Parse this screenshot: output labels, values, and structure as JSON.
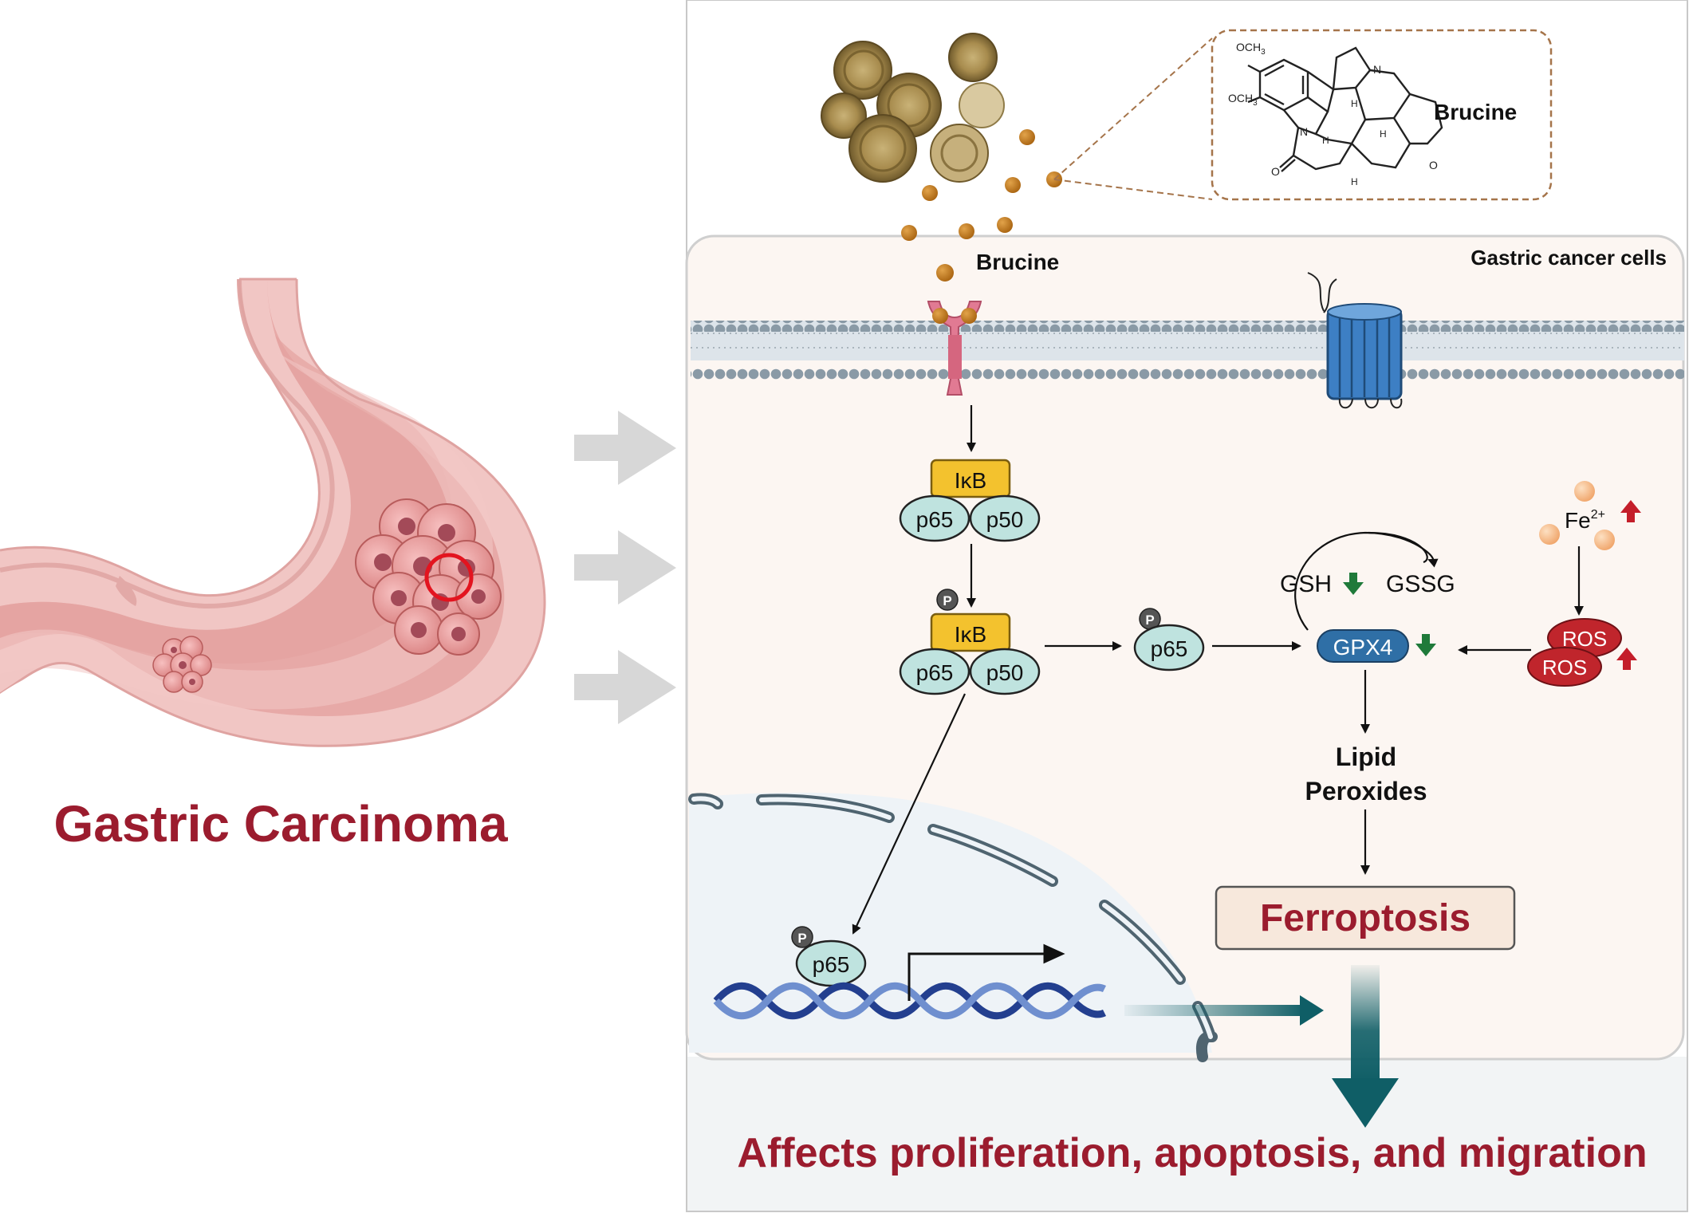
{
  "left_title": "Gastric Carcinoma",
  "seeds_label": "Brucine",
  "structure": {
    "name": "Brucine",
    "ome_top": "OCH",
    "ome_bottom": "OCH",
    "ome_sub": "3",
    "atom_N_top": "N",
    "atom_N_ring": "N",
    "atom_O_keto": "O",
    "atom_O_ether": "O",
    "atom_H1": "H",
    "atom_H2": "H",
    "atom_H3": "H",
    "atom_H4": "H"
  },
  "cell_label": "Gastric cancer cells",
  "pathway": {
    "ikb_1": "IκB",
    "p65_1": "p65",
    "p50_1": "p50",
    "phospho_1": "P",
    "ikb_2": "IκB",
    "p65_2": "p65",
    "p50_2": "p50",
    "phospho_2": "P",
    "p65_free": "p65",
    "p65_nuclear": "p65",
    "phospho_3": "P"
  },
  "ferro": {
    "gsh": "GSH",
    "gssg": "GSSG",
    "gpx4": "GPX4",
    "fe": "Fe",
    "fe_charge": "2+",
    "ros_1": "ROS",
    "ros_2": "ROS",
    "lipid_line1": "Lipid",
    "lipid_line2": "Peroxides",
    "ferroptosis": "Ferroptosis"
  },
  "bottom_text": "Affects proliferation, apoptosis, and migration",
  "colors": {
    "brand_red": "#9b1c2e",
    "teal": "#0f5e66",
    "gpx4_blue": "#2f6fa6",
    "ros_red": "#c0252c",
    "ikb_yellow": "#f3c22e",
    "p_mint": "#bfe3df",
    "down_green": "#1f7a3a",
    "up_red": "#c41e2a"
  },
  "icons": [
    "stomach-icon",
    "tumor-cluster-icon",
    "seed-icon",
    "receptor-icon",
    "channel-icon",
    "dna-icon",
    "nucleus-icon"
  ]
}
